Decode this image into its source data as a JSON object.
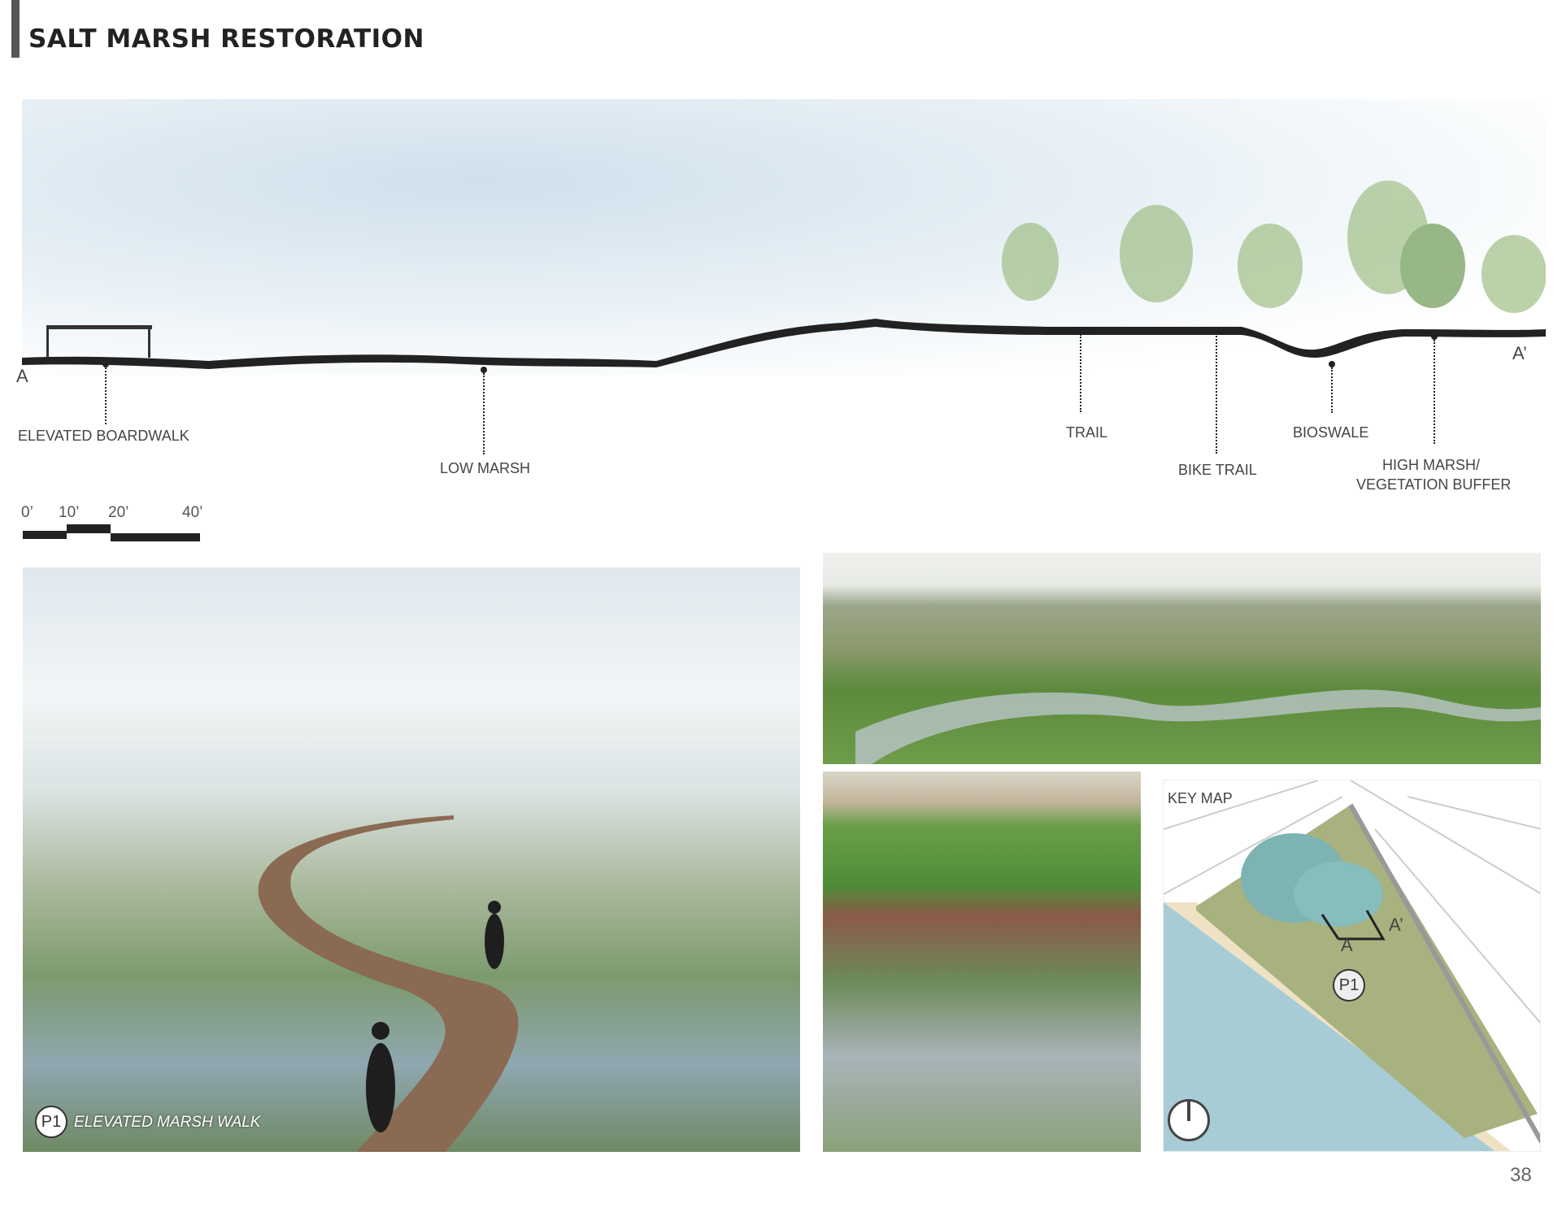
{
  "page": {
    "title": "SALT MARSH RESTORATION",
    "page_number": "38"
  },
  "section": {
    "start_marker": "A",
    "end_marker": "A’",
    "labels": [
      "ELEVATED BOARDWALK",
      "LOW MARSH",
      "TRAIL",
      "BIKE TRAIL",
      "BIOSWALE",
      "HIGH MARSH/",
      "VEGETATION BUFFER"
    ]
  },
  "scale_bar": {
    "ticks": [
      "0’",
      "10’",
      "20’",
      "40’"
    ]
  },
  "perspective": {
    "badge": "P1",
    "caption": "ELEVATED MARSH WALK"
  },
  "key_map": {
    "title": "KEY MAP",
    "marker_a": "A",
    "marker_a_prime": "A’",
    "badge": "P1",
    "north_icon": "north-arrow-icon"
  }
}
